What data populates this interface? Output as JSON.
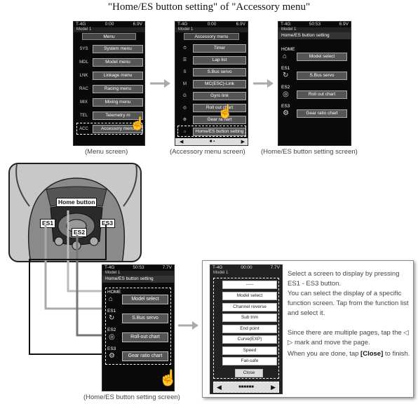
{
  "title": "\"Home/ES button setting\" of \"Accessory menu\"",
  "screens": {
    "menu": {
      "status_left": "T-4G",
      "status_mid": "0:00",
      "status_right": "6.9V",
      "model": "Model 1",
      "header": "Menu",
      "items": [
        {
          "icon": "SYS",
          "label": "System menu"
        },
        {
          "icon": "MDL",
          "label": "Model menu"
        },
        {
          "icon": "LNK",
          "label": "Linkage menu"
        },
        {
          "icon": "RAC",
          "label": "Racing menu"
        },
        {
          "icon": "MIX",
          "label": "Mixing menu"
        },
        {
          "icon": "TEL",
          "label": "Telemetry m"
        },
        {
          "icon": "ACC",
          "label": "Accessory menu"
        }
      ],
      "caption": "(Menu screen)"
    },
    "accessory": {
      "status_left": "T-4G",
      "status_mid": "0:00",
      "status_right": "6.9V",
      "model": "Model 1",
      "header": "Accessory menu",
      "items": [
        {
          "icon": "timer-icon",
          "label": "Timer"
        },
        {
          "icon": "lap-icon",
          "label": "Lap list"
        },
        {
          "icon": "sbus-icon",
          "label": "S.Bus servo"
        },
        {
          "icon": "mc-icon",
          "label": "MC(ESC)-Link"
        },
        {
          "icon": "gyro-icon",
          "label": "Gyro link"
        },
        {
          "icon": "rollout-icon",
          "label": "Roll out chart"
        },
        {
          "icon": "gear-icon",
          "label": "Gear ra  hart"
        },
        {
          "icon": "home-icon",
          "label": "Home/ES button setting"
        }
      ],
      "caption": "(Accessory menu screen)"
    },
    "home_es_small": {
      "status_left": "T-4G",
      "status_mid": "50:53",
      "status_right": "6.9V",
      "model": "Model 1",
      "header": "Home/ES button setting",
      "groups": [
        {
          "label": "HOME",
          "button": "Model select"
        },
        {
          "label": "ES1",
          "button": "S.Bus servo"
        },
        {
          "label": "ES2",
          "button": "Roll out chart"
        },
        {
          "label": "ES3",
          "button": "Gear ratio chart"
        }
      ],
      "caption": "(Home/ES button setting screen)"
    },
    "home_es_large": {
      "status_left": "T-4G",
      "status_mid": "50:53",
      "status_right": "7.7V",
      "model": "Model 1",
      "header": "Home/ES button setting",
      "groups": [
        {
          "label": "HOME",
          "button": "Model select"
        },
        {
          "label": "ES1",
          "button": "S.Bus servo"
        },
        {
          "label": "ES2",
          "button": "Roll-out chart"
        },
        {
          "label": "ES3",
          "button": "Gear ratio chart"
        }
      ],
      "caption": "(Home/ES button setting screen)"
    },
    "function_list": {
      "status_left": "T-4G",
      "status_mid": "00:00",
      "status_right": "7.7V",
      "model": "Model 1",
      "top_item": "-----",
      "items": [
        "Model select",
        "Channel reverse",
        "Sub trim",
        "End point",
        "Curve(EXP)",
        "Speed",
        "Fail-safe"
      ],
      "close": "Close"
    }
  },
  "transmitter": {
    "home_button": "Home button",
    "es1": "ES1",
    "es2": "ES2",
    "es3": "ES3"
  },
  "panel": {
    "p1": "Select a screen to display by pressing ES1 - ES3 button.",
    "p2": "You can select the display of a specific function screen. Tap from the function list and select it.",
    "p3_pre": "Since there are multiple pages, tap the ",
    "p3_mark": "◁ ▷",
    "p3_post": " mark and move the page.",
    "p4_pre": "When you are done, tap ",
    "p4_bold": "[Close]",
    "p4_post": " to finish."
  },
  "colors": {
    "screen_bg": "#0a0a0a",
    "button_bg": "#555555",
    "arrow_gray": "#aaaaaa"
  }
}
